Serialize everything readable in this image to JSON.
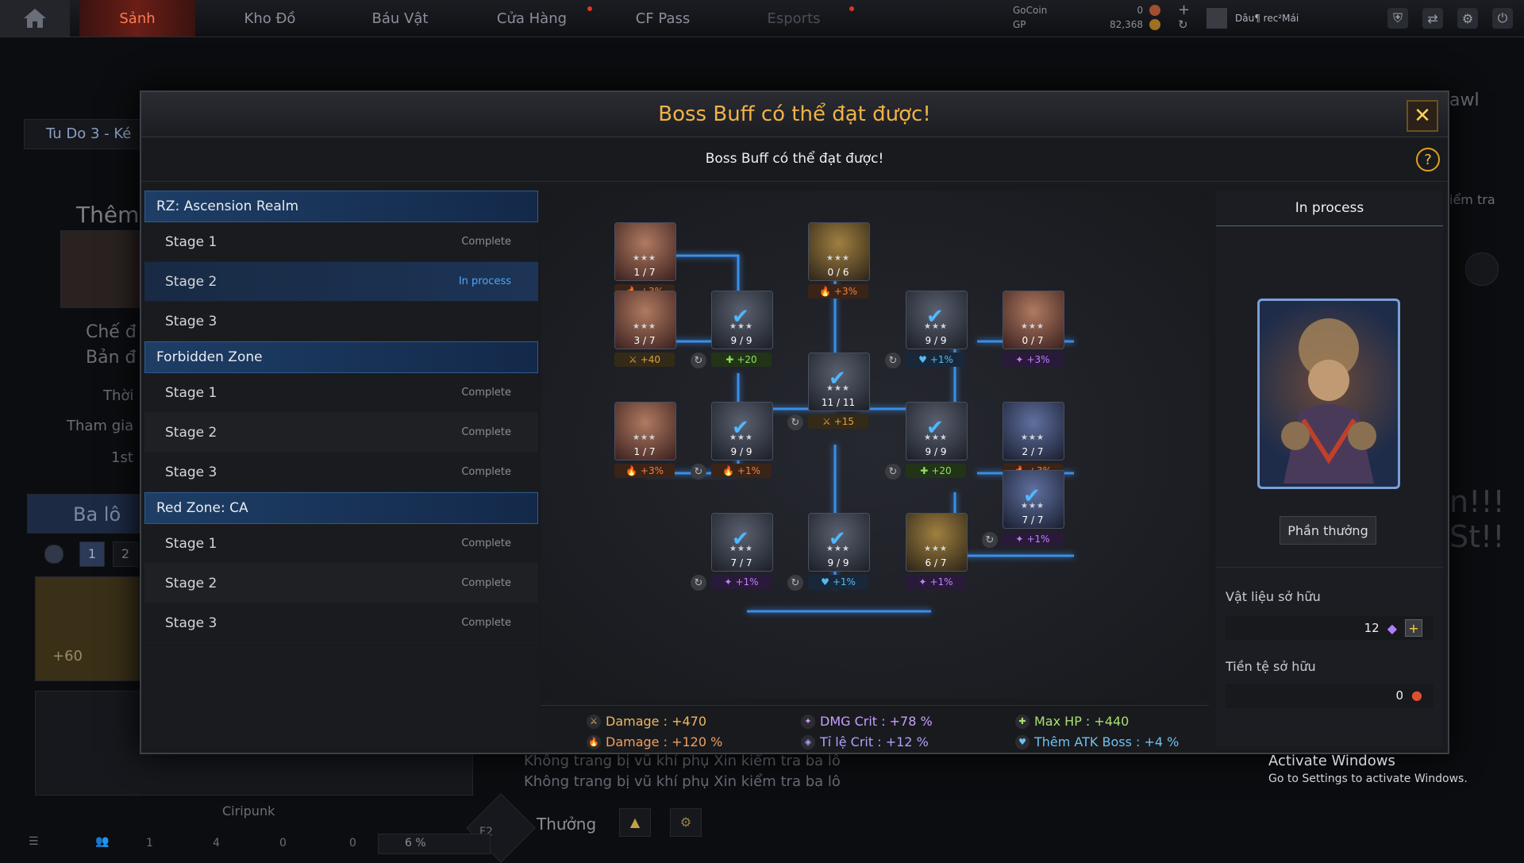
{
  "topnav": {
    "tabs": [
      {
        "label": "Sảnh"
      },
      {
        "label": "Kho Đồ"
      },
      {
        "label": "Báu Vật"
      },
      {
        "label": "Cửa Hàng"
      },
      {
        "label": "CF Pass"
      },
      {
        "label": "Esports"
      }
    ],
    "gocoin_label": "GoCoin",
    "gocoin_value": "0",
    "gp_label": "GP",
    "gp_value": "82,368",
    "player_name": "Dâu¶ rec²Mái"
  },
  "background": {
    "left_title": "Tu Do 3 - Ké",
    "left_header": "Thêm",
    "left_mode": "Chế đ",
    "left_map": "Bản đ",
    "left_time": "Thời",
    "left_join": "Tham gia",
    "left_rank": "1st",
    "bag_label": "Ba lô",
    "bag_pages": [
      "1",
      "2"
    ],
    "bonus_value": "+60",
    "char_name": "Ciripunk",
    "right_label_1": "awl",
    "right_label_2": "iểm tra",
    "chat_line_1": "Không trang bị vũ khí phụ Xin kiểm tra ba lô",
    "chat_line_2": "Không trang bị vũ khí phụ Xin kiểm tra ba lô",
    "chat_mode": "Thưởng",
    "status_counts": [
      "1",
      "4",
      "0",
      "0"
    ],
    "volume": "6 %",
    "f2_label": "F2",
    "deco_text": "n!!! St!!"
  },
  "modal": {
    "title": "Boss Buff có thể đạt được!",
    "subtitle": "Boss Buff có thể đạt được!",
    "groups": [
      {
        "name": "RZ: Ascension Realm",
        "stages": [
          {
            "label": "Stage 1",
            "status": "Complete"
          },
          {
            "label": "Stage 2",
            "status": "In process"
          },
          {
            "label": "Stage 3",
            "status": ""
          }
        ]
      },
      {
        "name": "Forbidden Zone",
        "stages": [
          {
            "label": "Stage 1",
            "status": "Complete"
          },
          {
            "label": "Stage 2",
            "status": "Complete"
          },
          {
            "label": "Stage 3",
            "status": "Complete"
          }
        ]
      },
      {
        "name": "Red Zone: CA",
        "stages": [
          {
            "label": "Stage 1",
            "status": "Complete"
          },
          {
            "label": "Stage 2",
            "status": "Complete"
          },
          {
            "label": "Stage 3",
            "status": "Complete"
          }
        ]
      }
    ],
    "nodes": [
      {
        "progress": "1 / 7",
        "bonus": "+3%",
        "bonus_type": "fire",
        "checked": false
      },
      {
        "progress": "0 / 6",
        "bonus": "+3%",
        "bonus_type": "fire",
        "checked": false
      },
      {
        "progress": "3 / 7",
        "bonus": "+40",
        "bonus_type": "sword",
        "checked": false
      },
      {
        "progress": "9 / 9",
        "bonus": "+20",
        "bonus_type": "green",
        "checked": true
      },
      {
        "progress": "9 / 9",
        "bonus": "+1%",
        "bonus_type": "heart",
        "checked": true
      },
      {
        "progress": "0 / 7",
        "bonus": "+3%",
        "bonus_type": "purple",
        "checked": false
      },
      {
        "progress": "11 / 11",
        "bonus": "+15",
        "bonus_type": "sword",
        "checked": true
      },
      {
        "progress": "1 / 7",
        "bonus": "+3%",
        "bonus_type": "fire",
        "checked": false
      },
      {
        "progress": "9 / 9",
        "bonus": "+1%",
        "bonus_type": "fire",
        "checked": true
      },
      {
        "progress": "9 / 9",
        "bonus": "+20",
        "bonus_type": "green",
        "checked": true
      },
      {
        "progress": "2 / 7",
        "bonus": "+3%",
        "bonus_type": "fire",
        "checked": false
      },
      {
        "progress": "7 / 7",
        "bonus": "+1%",
        "bonus_type": "purple",
        "checked": true
      },
      {
        "progress": "7 / 7",
        "bonus": "+1%",
        "bonus_type": "purple",
        "checked": true
      },
      {
        "progress": "9 / 9",
        "bonus": "+1%",
        "bonus_type": "heart",
        "checked": true
      },
      {
        "progress": "6 / 7",
        "bonus": "+1%",
        "bonus_type": "purple",
        "checked": false
      }
    ],
    "totals": [
      {
        "text": "Damage : +470",
        "color": "#f0b860",
        "icon": "sword-icon"
      },
      {
        "text": "Damage : +120 %",
        "color": "#f0a060",
        "icon": "fire-icon"
      },
      {
        "text": "DMG Crit : +78 %",
        "color": "#c8a0ff",
        "icon": "star-icon"
      },
      {
        "text": "Tỉ lệ Crit : +12 %",
        "color": "#b0a0ff",
        "icon": "crit-icon"
      },
      {
        "text": "Max HP : +440",
        "color": "#a8e070",
        "icon": "plus-icon"
      },
      {
        "text": "Thêm ATK Boss : +4 %",
        "color": "#70c0f0",
        "icon": "heart-icon"
      }
    ],
    "right": {
      "header": "In process",
      "reward_button": "Phần thưởng",
      "material_label": "Vật liệu sở hữu",
      "material_value": "12",
      "currency_label": "Tiền tệ sở hữu",
      "currency_value": "0"
    }
  },
  "windows": {
    "line1": "Activate Windows",
    "line2": "Go to Settings to activate Windows."
  }
}
